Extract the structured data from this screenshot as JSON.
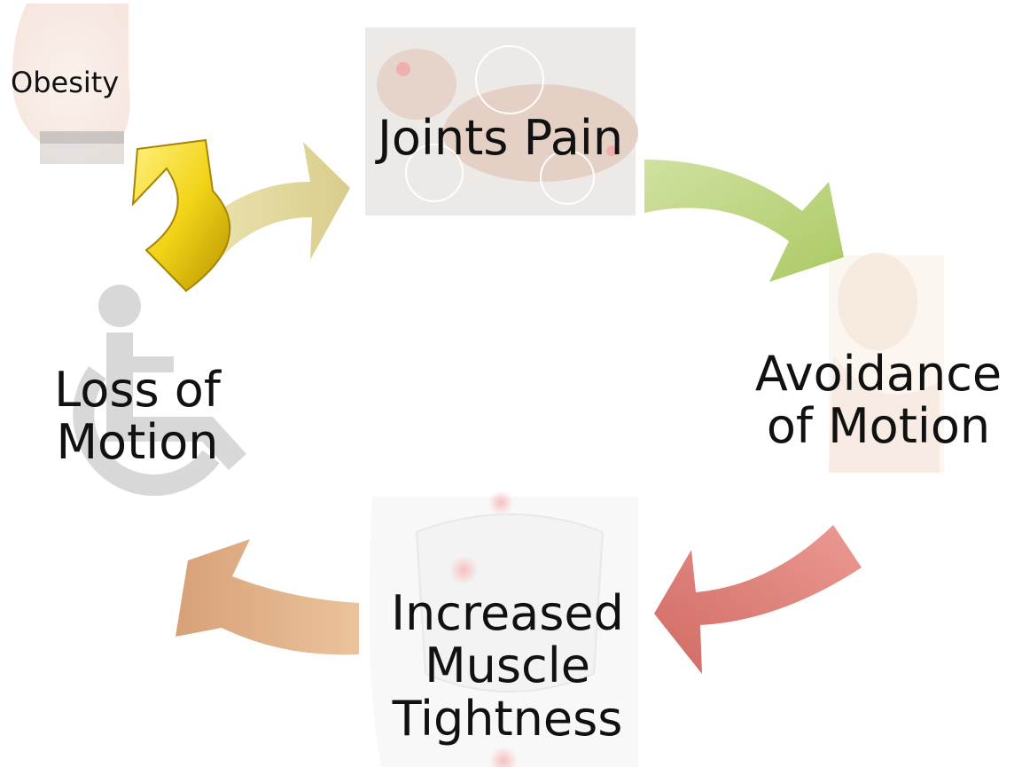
{
  "diagram": {
    "labels": {
      "obesity": "Obesity",
      "joints_pain": "Joints Pain",
      "avoidance_line1": "Avoidance",
      "avoidance_line2": "of Motion",
      "loss_line1": "Loss of",
      "loss_line2": "Motion",
      "tightness_line1": "Increased",
      "tightness_line2": "Muscle",
      "tightness_line3": "Tightness"
    },
    "icons": {
      "obesity": "belly-photo",
      "joints_pain": "body-joints-photo",
      "avoidance": "woman-pain-photo",
      "tightness": "back-muscles-photo",
      "loss": "wheelchair-icon"
    },
    "colors": {
      "yellow_arrow": "#f0d020",
      "olive_arrow": "#d4c86a",
      "green_arrow": "#a8c850",
      "red_arrow": "#d86a60",
      "orange_arrow": "#dca070",
      "wheelchair": "#d8d8d8"
    }
  }
}
